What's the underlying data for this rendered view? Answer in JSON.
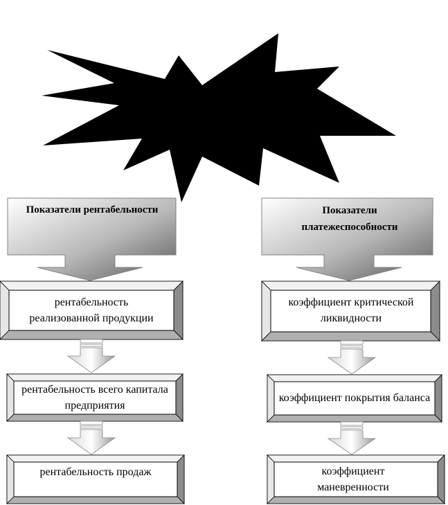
{
  "headers": {
    "left": "Показатели рентабельности",
    "right": "Показатели платежеспособности"
  },
  "left_boxes": [
    "рентабельность реализованной продукции",
    "рентабельность всего капитала предприятия",
    "рентабельность продаж"
  ],
  "right_boxes": [
    "коэффициент критической ликвидности",
    "коэффициент покрытия баланса",
    "коэффициент маневренности"
  ]
}
